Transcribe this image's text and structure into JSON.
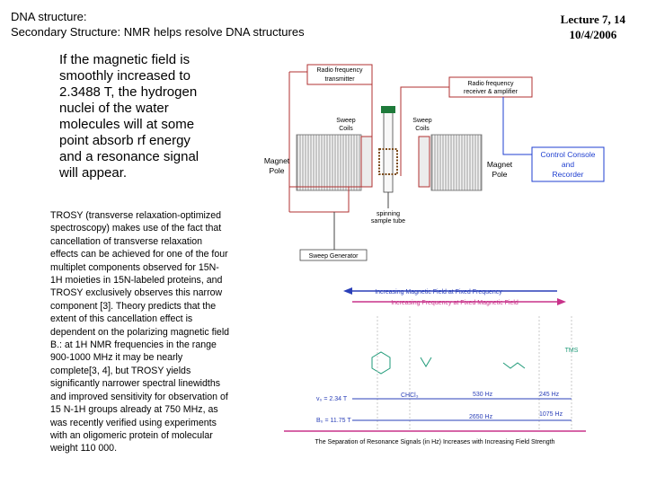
{
  "header": {
    "title_line1": "DNA structure:",
    "title_line2": "Secondary  Structure: NMR  helps resolve  DNA structures",
    "lecture_line1": "Lecture 7, 14",
    "lecture_line2": "10/4/2006"
  },
  "main_paragraph": [
    "If the magnetic field is",
    "smoothly increased to",
    "2.3488 T, the hydrogen",
    "nuclei of the water",
    "molecules will at some",
    "point absorb rf energy",
    "and a resonance signal",
    "will appear."
  ],
  "trosy_paragraph": [
    "TROSY (transverse relaxation-optimized",
    "spectroscopy) makes use of the fact that",
    "cancellation of transverse relaxation",
    "effects can be achieved for one of the four",
    "multiplet components observed for 15N-",
    "1H moieties in 15N-labeled proteins, and",
    "TROSY exclusively observes this narrow",
    "component [3]. Theory predicts that the",
    "extent of this cancellation effect is",
    "dependent on the polarizing magnetic field",
    "B.: at 1H NMR frequencies in the range",
    "900-1000 MHz it may be nearly",
    "complete[3, 4], but TROSY yields",
    "significantly narrower spectral linewidths",
    "and improved sensitivity for observation of",
    "15 N-1H groups already at 750 MHz, as",
    "was recently verified using experiments",
    "with an oligomeric protein of molecular",
    "weight 110 000."
  ],
  "diagram": {
    "rf_transmitter": [
      "Radio frequency",
      "transmitter"
    ],
    "rf_receiver": [
      "Radio frequency",
      "receiver & amplifier"
    ],
    "sweep_coils_left": [
      "Sweep",
      "Coils"
    ],
    "sweep_coils_right": [
      "Sweep",
      "Coils"
    ],
    "magnet_pole_left": [
      "Magnet",
      "Pole"
    ],
    "magnet_pole_right": [
      "Magnet",
      "Pole"
    ],
    "control_console": [
      "Control Console",
      "and",
      "Recorder"
    ],
    "spinning_tube": [
      "spinning",
      "sample tube"
    ],
    "sweep_generator": "Sweep Generator"
  },
  "spectrum": {
    "arrow_blue": "Increasing Magnetic Field at Fixed Frequency",
    "arrow_red": "Increasing Frequency at Fixed Magnetic Field",
    "tms_label": "TMS",
    "freq_label_1": "v₀ = 2.34 T",
    "freq_label_2": "B₀ = 11.75 T",
    "band_1": "CHCl₃",
    "hz_530": "530 Hz",
    "hz_245": "245 Hz",
    "hz_2650": "2650 Hz",
    "hz_1075": "1075 Hz",
    "caption": "The Separation of Resonance Signals (in Hz) Increases with Increasing Field Strength",
    "colors": {
      "blue": "#2a3fb8",
      "red": "#c8328a",
      "teal": "#1e9a78",
      "console": "#1f3fd0",
      "wire": "#b03030"
    }
  }
}
